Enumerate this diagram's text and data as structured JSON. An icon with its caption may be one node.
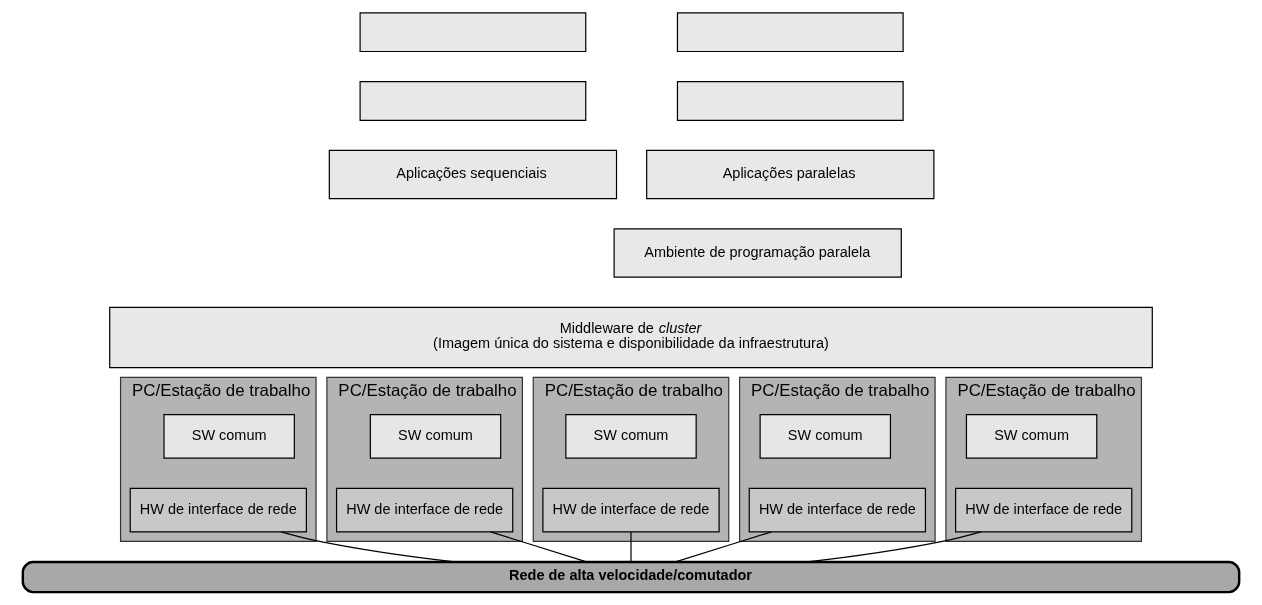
{
  "diagram": {
    "nodes": [
      {
        "text": [],
        "shape": "box"
      },
      {
        "text": [],
        "shape": "box"
      },
      {
        "text": [
          "Aplicações sequenciais"
        ]
      },
      {
        "text": [],
        "shape": "box"
      },
      {
        "text": [],
        "shape": "box"
      },
      {
        "text": [
          "Aplicações paralelas"
        ]
      },
      {
        "text": [
          "Ambiente de programação paralela"
        ]
      },
      {
        "text": [
          "Middleware de *cluster*",
          "(Imagem única do sistema e disponibilidade da infraestrutura)"
        ]
      },
      {
        "text": [
          "PC/Estação de trabalho"
        ]
      },
      {
        "text": [
          "SW comum"
        ],
        "in": 8
      },
      {
        "text": [
          "HW de interface de rede"
        ],
        "in": 8
      },
      {
        "text": [
          "PC/Estação de trabalho"
        ]
      },
      {
        "text": [
          "SW comum"
        ],
        "in": 11
      },
      {
        "text": [
          "HW de interface de rede"
        ],
        "in": 11
      },
      {
        "text": [
          "PC/Estação de trabalho"
        ]
      },
      {
        "text": [
          "SW comum"
        ],
        "in": 14
      },
      {
        "text": [
          "HW de interface de rede"
        ],
        "in": 14
      },
      {
        "text": [
          "PC/Estação de trabalho"
        ]
      },
      {
        "text": [
          "SW comum"
        ],
        "in": 17
      },
      {
        "text": [
          "HW de interface de rede"
        ],
        "in": 17
      },
      {
        "text": [
          "PC/Estação de trabalho"
        ]
      },
      {
        "text": [
          "SW comum"
        ],
        "in": 20
      },
      {
        "text": [
          "HW de interface de rede"
        ],
        "in": 20
      },
      {
        "text": [
          "Rede de alta velocidade/comutador"
        ]
      }
    ],
    "edges": [
      {
        "from": 10,
        "to": 23,
        "arrow": "none"
      },
      {
        "from": 13,
        "to": 23,
        "arrow": "none"
      },
      {
        "from": 16,
        "to": 23,
        "arrow": "none"
      },
      {
        "from": 19,
        "to": 23,
        "arrow": "none"
      },
      {
        "from": 22,
        "to": 23,
        "arrow": "none"
      }
    ]
  }
}
